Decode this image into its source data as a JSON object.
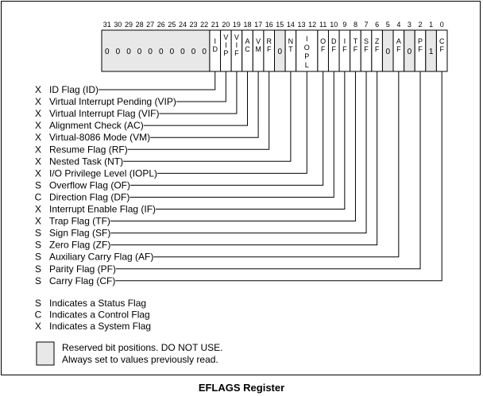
{
  "caption": "EFLAGS Register",
  "register": {
    "reserved_bits": [
      "31",
      "30",
      "29",
      "28",
      "27",
      "26",
      "25",
      "24",
      "23",
      "22"
    ],
    "reserved_value": "0",
    "cells": [
      {
        "bit": "21",
        "label": "ID",
        "vertical": true
      },
      {
        "bit": "20",
        "label": "VIP",
        "vertical": true
      },
      {
        "bit": "19",
        "label": "VIF",
        "vertical": true
      },
      {
        "bit": "18",
        "label": "AC",
        "vertical": true
      },
      {
        "bit": "17",
        "label": "VM",
        "vertical": true
      },
      {
        "bit": "16",
        "label": "RF",
        "vertical": true
      },
      {
        "bit": "15",
        "label": "0",
        "fixed": true
      },
      {
        "bit": "14",
        "label": "NT",
        "vertical": true
      },
      {
        "bit": "13",
        "label": "IOPL",
        "vertical": true,
        "wide": true
      },
      {
        "bit": "11",
        "label": "OF",
        "vertical": true
      },
      {
        "bit": "10",
        "label": "DF",
        "vertical": true
      },
      {
        "bit": "9",
        "label": "IF",
        "vertical": true
      },
      {
        "bit": "8",
        "label": "TF",
        "vertical": true
      },
      {
        "bit": "7",
        "label": "SF",
        "vertical": true
      },
      {
        "bit": "6",
        "label": "ZF",
        "vertical": true
      },
      {
        "bit": "5",
        "label": "0",
        "fixed": true
      },
      {
        "bit": "4",
        "label": "AF",
        "vertical": true
      },
      {
        "bit": "3",
        "label": "0",
        "fixed": true
      },
      {
        "bit": "2",
        "label": "PF",
        "vertical": true
      },
      {
        "bit": "1",
        "label": "1",
        "fixed": true
      },
      {
        "bit": "0",
        "label": "CF",
        "vertical": true
      }
    ],
    "bit_12_label": "12"
  },
  "flags": [
    {
      "type": "X",
      "name": "ID Flag (ID)",
      "bit": 21
    },
    {
      "type": "X",
      "name": "Virtual Interrupt Pending (VIP)",
      "bit": 20
    },
    {
      "type": "X",
      "name": "Virtual Interrupt Flag (VIF)",
      "bit": 19
    },
    {
      "type": "X",
      "name": "Alignment Check (AC)",
      "bit": 18
    },
    {
      "type": "X",
      "name": "Virtual-8086 Mode (VM)",
      "bit": 17
    },
    {
      "type": "X",
      "name": "Resume Flag (RF)",
      "bit": 16
    },
    {
      "type": "X",
      "name": "Nested Task (NT)",
      "bit": 14
    },
    {
      "type": "X",
      "name": "I/O Privilege Level (IOPL)",
      "bit": 12.5
    },
    {
      "type": "S",
      "name": "Overflow Flag (OF)",
      "bit": 11
    },
    {
      "type": "C",
      "name": "Direction Flag (DF)",
      "bit": 10
    },
    {
      "type": "X",
      "name": "Interrupt Enable Flag (IF)",
      "bit": 9
    },
    {
      "type": "X",
      "name": "Trap Flag (TF)",
      "bit": 8
    },
    {
      "type": "S",
      "name": "Sign Flag (SF)",
      "bit": 7
    },
    {
      "type": "S",
      "name": "Zero Flag (ZF)",
      "bit": 6
    },
    {
      "type": "S",
      "name": "Auxiliary Carry Flag (AF)",
      "bit": 4
    },
    {
      "type": "S",
      "name": "Parity Flag (PF)",
      "bit": 2
    },
    {
      "type": "S",
      "name": "Carry Flag (CF)",
      "bit": 0
    }
  ],
  "legend": [
    {
      "type": "S",
      "text": "Indicates a Status Flag"
    },
    {
      "type": "C",
      "text": "Indicates a Control Flag"
    },
    {
      "type": "X",
      "text": "Indicates a System Flag"
    }
  ],
  "reserved_note": [
    "Reserved bit positions. DO NOT USE.",
    "Always set to values previously read."
  ],
  "colors": {
    "reserved_fill": "#e8e8e8",
    "flag_fill": "#ffffff",
    "line": "#000000"
  }
}
